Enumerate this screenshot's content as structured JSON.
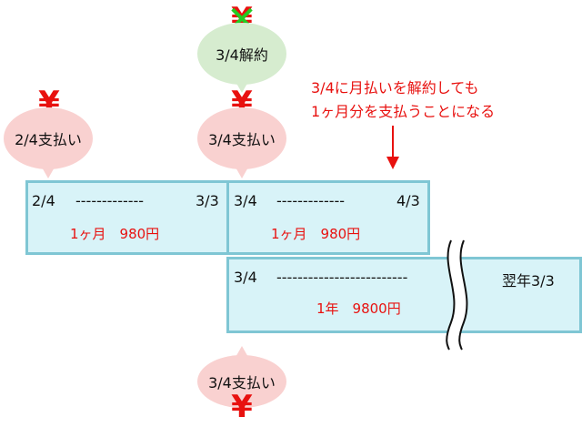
{
  "bubbles": {
    "pay_1": "2/4支払い",
    "cancel": "3/4解約",
    "pay_2": "3/4支払い",
    "pay_3": "3/4支払い"
  },
  "symbols": {
    "yen": "¥",
    "cross": "✕"
  },
  "note": {
    "line1": "3/4に月払いを解約しても",
    "line2": "1ヶ月分を支払うことになる"
  },
  "periods": {
    "monthly_1": {
      "start": "2/4",
      "dashes": "-------------",
      "end": "3/3",
      "price": "1ヶ月　980円"
    },
    "monthly_2": {
      "start": "3/4",
      "dashes": "-------------",
      "end": "4/3",
      "price": "1ヶ月　980円"
    },
    "yearly": {
      "start": "3/4",
      "dashes": "-------------------------",
      "end": "翌年3/3",
      "price": "1年　9800円"
    }
  },
  "colors": {
    "accent_red": "#e8110f",
    "bubble_pink": "#f9d1d0",
    "bubble_green": "#d6eccf",
    "box_fill": "#d8f3f8",
    "box_border": "#7fc6d4",
    "cross_green": "#22cc22"
  }
}
